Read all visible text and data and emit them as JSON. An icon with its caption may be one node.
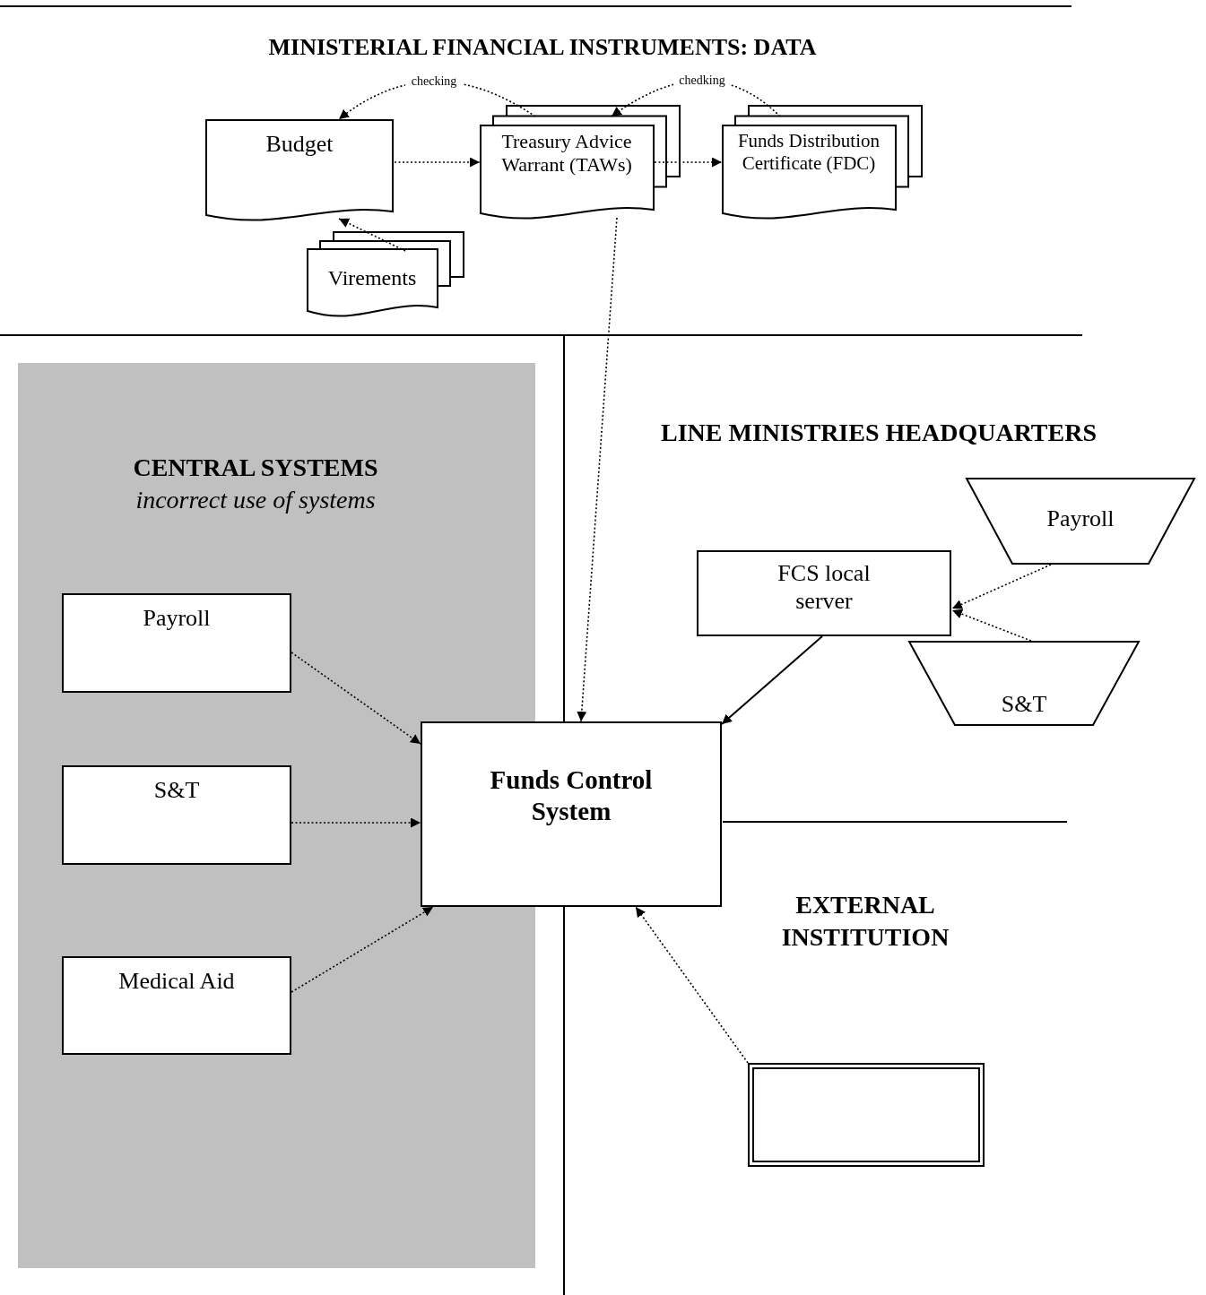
{
  "diagram": {
    "title": "MINISTERIAL FINANCIAL INSTRUMENTS: DATA",
    "nodes": [
      {
        "text": [
          "Budget"
        ]
      },
      {
        "text": [
          "Treasury Advice Warrant (TAWs)"
        ]
      },
      {
        "text": [
          "Funds Distribution Certificate (FDC)"
        ]
      },
      {
        "text": [
          "Virements"
        ]
      },
      {
        "text": [
          "CENTRAL SYSTEMS",
          "incorrect use of systems"
        ]
      },
      {
        "text": [
          "Payroll"
        ],
        "in": 4
      },
      {
        "text": [
          "S&T"
        ],
        "in": 4
      },
      {
        "text": [
          "Medical Aid"
        ],
        "in": 4
      },
      {
        "text": [
          "Funds Control System"
        ]
      },
      {
        "text": [
          "FCS local server"
        ]
      },
      {
        "text": [
          "Payroll"
        ]
      },
      {
        "text": [
          "S&T"
        ]
      },
      {
        "text": [],
        "shape": "box"
      }
    ],
    "edges": [
      {
        "from": 1,
        "to": 0,
        "arrow": "to",
        "label": "checking",
        "style": "dashed"
      },
      {
        "from": 2,
        "to": 1,
        "arrow": "to",
        "label": "chedking",
        "style": "dashed"
      },
      {
        "from": 0,
        "to": 1,
        "arrow": "to",
        "style": "dashed"
      },
      {
        "from": 1,
        "to": 2,
        "arrow": "to",
        "style": "dashed"
      },
      {
        "from": 3,
        "to": 0,
        "arrow": "to",
        "style": "dashed"
      },
      {
        "from": 1,
        "to": 8,
        "arrow": "to",
        "style": "dashed"
      },
      {
        "from": 5,
        "to": 8,
        "arrow": "to",
        "style": "dashed"
      },
      {
        "from": 6,
        "to": 8,
        "arrow": "to",
        "style": "dashed"
      },
      {
        "from": 7,
        "to": 8,
        "arrow": "to",
        "style": "dashed"
      },
      {
        "from": 9,
        "to": 8,
        "arrow": "to"
      },
      {
        "from": 10,
        "to": 9,
        "arrow": "to",
        "style": "dashed"
      },
      {
        "from": 11,
        "to": 9,
        "arrow": "to",
        "style": "dashed"
      },
      {
        "from": 12,
        "to": 8,
        "arrow": "to",
        "style": "dashed"
      }
    ],
    "labels": [
      "LINE MINISTRIES HEADQUARTERS",
      "EXTERNAL INSTITUTION"
    ]
  }
}
